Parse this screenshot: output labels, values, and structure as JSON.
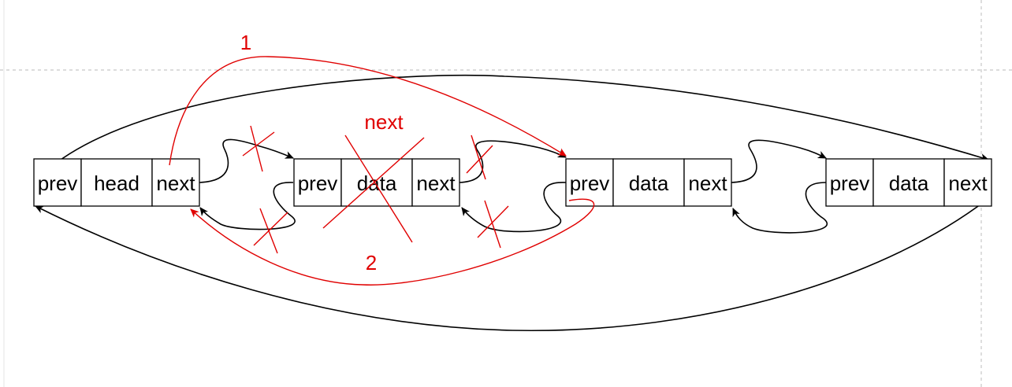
{
  "nodes": [
    {
      "cells": [
        "prev",
        "head",
        "next"
      ]
    },
    {
      "cells": [
        "prev",
        "data",
        "next"
      ]
    },
    {
      "cells": [
        "prev",
        "data",
        "next"
      ]
    },
    {
      "cells": [
        "prev",
        "data",
        "next"
      ]
    }
  ],
  "annotations": {
    "step1": "1",
    "step2": "2",
    "crossed_label": "next"
  },
  "colors": {
    "pointer": "#000000",
    "change": "#e00000",
    "guide": "#c8c8c8"
  }
}
